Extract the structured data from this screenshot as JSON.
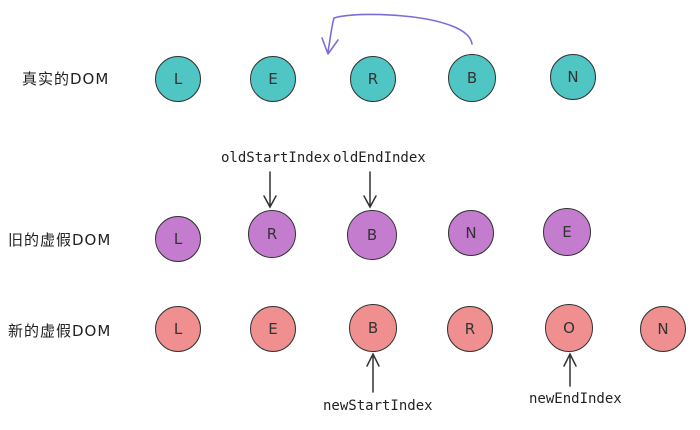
{
  "rows": {
    "real_dom": {
      "label": "真实的DOM",
      "color": "#4fc6c3",
      "nodes": [
        "L",
        "E",
        "R",
        "B",
        "N"
      ]
    },
    "old_vdom": {
      "label": "旧的虚假DOM",
      "color": "#c47ccf",
      "nodes": [
        "L",
        "R",
        "B",
        "N",
        "E"
      ]
    },
    "new_vdom": {
      "label": "新的虚假DOM",
      "color": "#ef8f8f",
      "nodes": [
        "L",
        "E",
        "B",
        "R",
        "O",
        "N"
      ]
    }
  },
  "pointers": {
    "old_start": "oldStartIndex",
    "old_end": "oldEndIndex",
    "new_start": "newStartIndex",
    "new_end": "newEndIndex"
  },
  "move_arrow_color": "#7b6fd6"
}
